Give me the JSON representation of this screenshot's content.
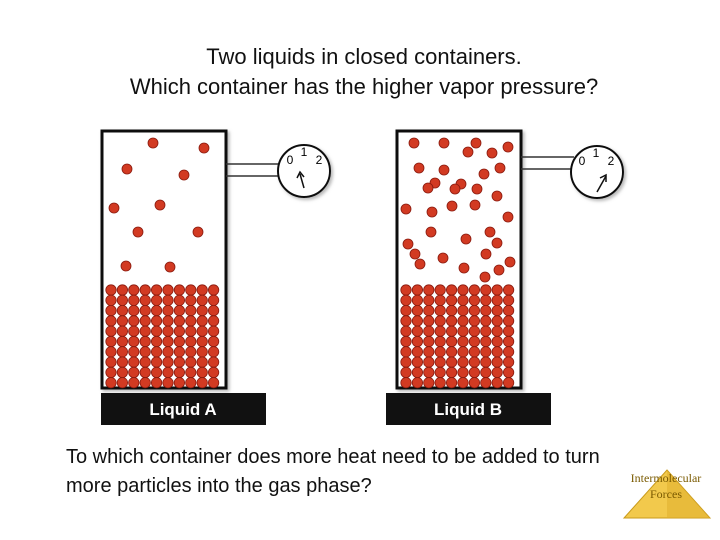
{
  "title": {
    "line1": "Two liquids in closed containers.",
    "line2": "Which container has the higher vapor pressure?"
  },
  "containers": [
    {
      "label": "Liquid A",
      "gauge_ticks": [
        "0",
        "1",
        "2"
      ]
    },
    {
      "label": "Liquid B",
      "gauge_ticks": [
        "0",
        "1",
        "2"
      ]
    }
  ],
  "question": "To which container does more heat need to be added to turn more particles into the gas phase?",
  "badge": {
    "line1": "Intermolecular",
    "line2": "Forces"
  },
  "colors": {
    "particle": "#d23a22",
    "particle_edge": "#8a1a0e",
    "label_bg": "#111111",
    "badge_fill": "#f2c94c"
  }
}
